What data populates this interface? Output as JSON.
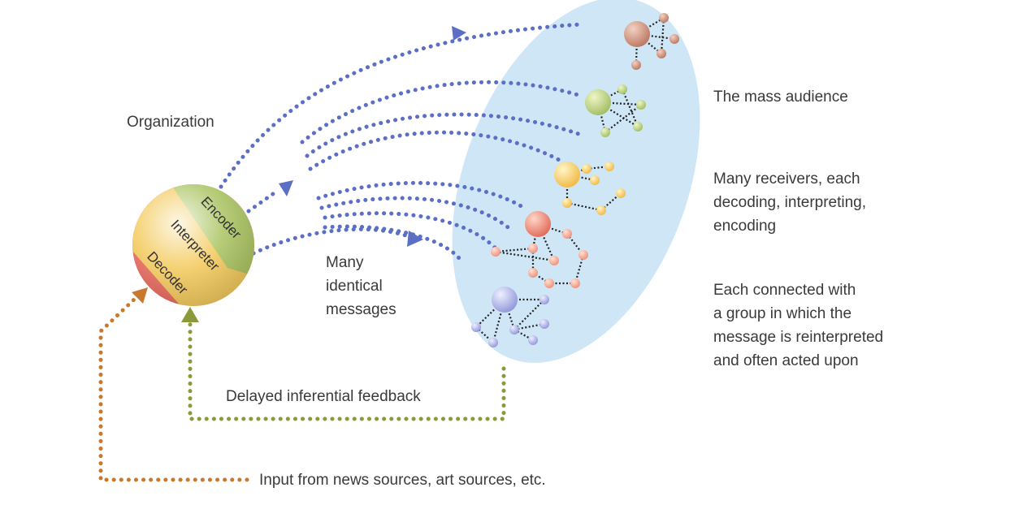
{
  "labels": {
    "organization": "Organization",
    "mass_audience": "The mass audience",
    "receivers": [
      "Many receivers, each",
      "decoding, interpreting,",
      "encoding"
    ],
    "connected": [
      "Each connected with",
      "a group in which the",
      "message is reinterpreted",
      "and often acted upon"
    ],
    "messages": [
      "Many",
      "identical",
      "messages"
    ],
    "feedback": "Delayed inferential feedback",
    "input": "Input from news sources, art sources, etc."
  },
  "sphere_bands": {
    "encoder": "Encoder",
    "interpreter": "Interpreter",
    "decoder": "Decoder"
  },
  "colors": {
    "message_arrows": "#5b6fc4",
    "feedback": "#8a9a3a",
    "input": "#c8792e",
    "ellipse": "#cfe6f6",
    "encoder_band": "#a9c35f",
    "interpreter_band": "#f3c95a",
    "decoder_band": "#e8675a",
    "text": "#3a3a3a"
  }
}
